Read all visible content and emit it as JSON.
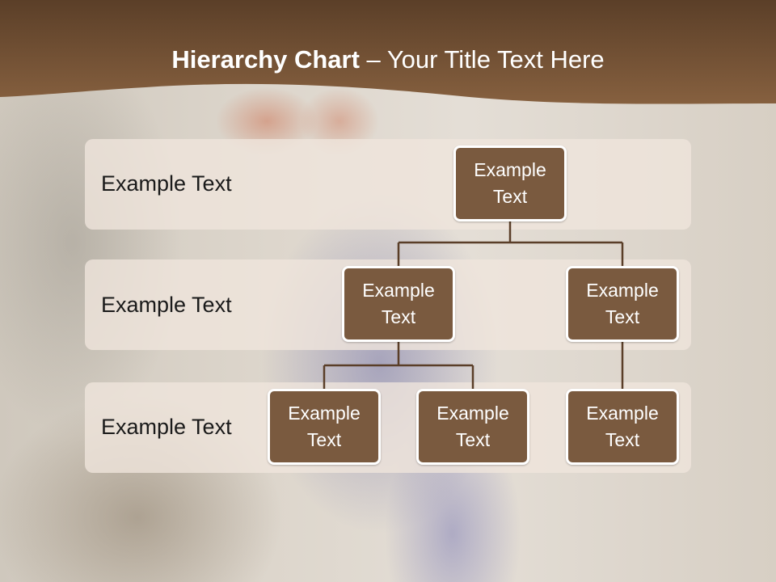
{
  "slide": {
    "title_bold": "Hierarchy Chart",
    "title_rest": " – Your Title Text Here"
  },
  "levels": [
    {
      "label": "Example Text"
    },
    {
      "label": "Example Text"
    },
    {
      "label": "Example Text"
    }
  ],
  "nodes": {
    "root": "Example Text",
    "level2_left": "Example Text",
    "level2_right": "Example Text",
    "level3_a": "Example Text",
    "level3_b": "Example Text",
    "level3_c": "Example Text"
  },
  "colors": {
    "header_brown": "#6a4a2f",
    "node_fill": "#7a5a3f",
    "connector": "#5a3e28"
  }
}
